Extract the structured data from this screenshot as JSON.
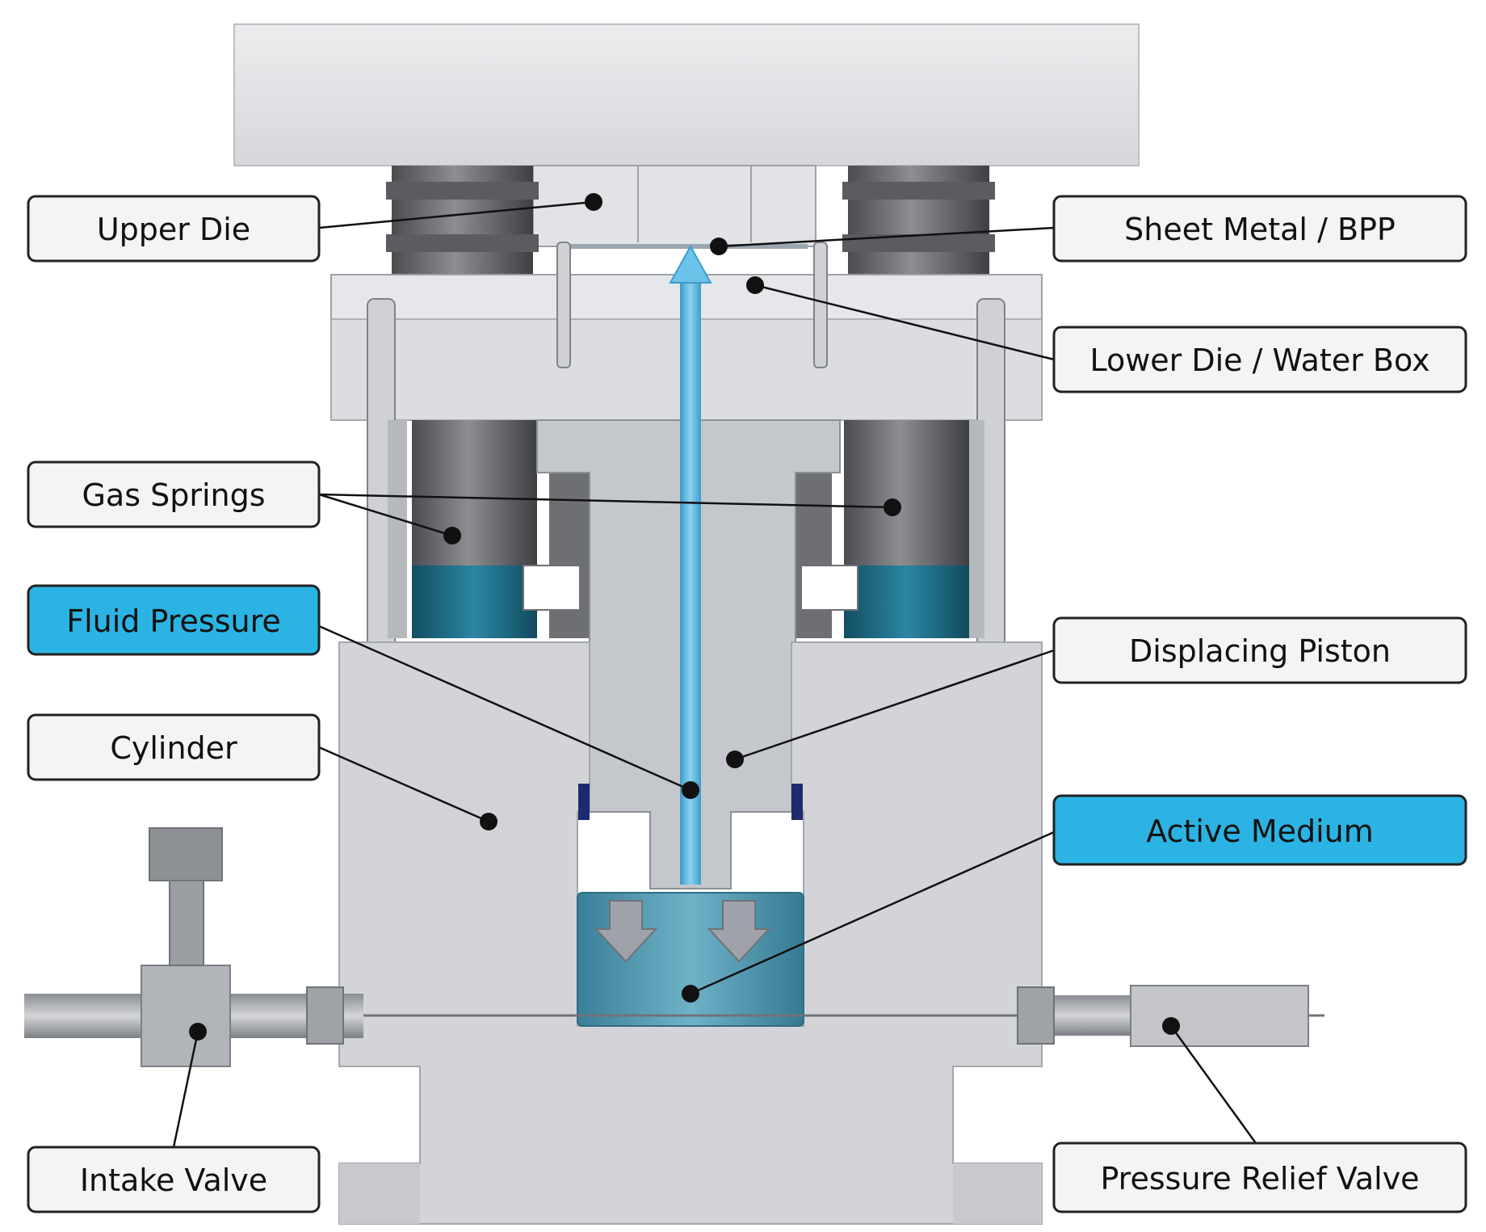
{
  "labels": {
    "upper_die": "Upper Die",
    "sheet_metal": "Sheet Metal / BPP",
    "lower_die": "Lower Die / Water Box",
    "gas_springs": "Gas Springs",
    "fluid_pressure": "Fluid Pressure",
    "displacing_piston": "Displacing Piston",
    "cylinder": "Cylinder",
    "active_medium": "Active Medium",
    "intake_valve": "Intake Valve",
    "pressure_relief_valve": "Pressure Relief Valve"
  },
  "colors": {
    "label_fill": "#f4f4f4",
    "label_border": "#222222",
    "highlight_fill": "#2bb4e3",
    "medium_blue": "#4f9bb3",
    "flow_blue": "#5ab8e0",
    "spring_teal": "#1e6f8a",
    "steel_light": "#d9dadc",
    "steel_mid": "#b9bcc2",
    "steel_dark": "#6d6f73"
  }
}
